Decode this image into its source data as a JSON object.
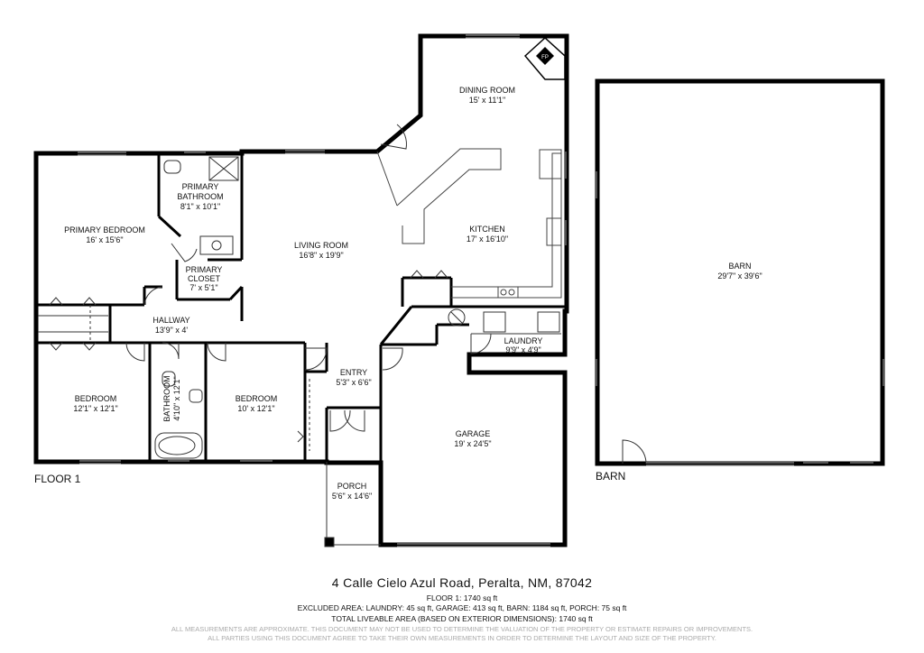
{
  "floor_label": "FLOOR 1",
  "barn_label": "BARN",
  "fireplace_label": "FP",
  "rooms": {
    "dining": {
      "name": "DINING ROOM",
      "dim": "15' x 11'1\""
    },
    "primary_bath": {
      "name1": "PRIMARY",
      "name2": "BATHROOM",
      "dim": "8'1\" x 10'1\""
    },
    "primary_bed": {
      "name": "PRIMARY BEDROOM",
      "dim": "16' x 15'6\""
    },
    "living": {
      "name": "LIVING ROOM",
      "dim": "16'8\" x 19'9\""
    },
    "kitchen": {
      "name": "KITCHEN",
      "dim": "17' x 16'10\""
    },
    "primary_closet": {
      "name1": "PRIMARY",
      "name2": "CLOSET",
      "dim": "7' x 5'1\""
    },
    "hallway": {
      "name": "HALLWAY",
      "dim": "13'9\" x 4'"
    },
    "laundry": {
      "name": "LAUNDRY",
      "dim": "9'9\" x 4'9\""
    },
    "entry": {
      "name": "ENTRY",
      "dim": "5'3\" x 6'6\""
    },
    "bedroom1": {
      "name": "BEDROOM",
      "dim": "12'1\" x 12'1\""
    },
    "bathroom": {
      "name": "BATHROOM",
      "dim": "4'10\" x 12'1\""
    },
    "bedroom2": {
      "name": "BEDROOM",
      "dim": "10' x 12'1\""
    },
    "garage": {
      "name": "GARAGE",
      "dim": "19' x 24'5\""
    },
    "porch": {
      "name": "PORCH",
      "dim": "5'6\" x 14'6\""
    },
    "barn": {
      "name": "BARN",
      "dim": "29'7\" x 39'6\""
    }
  },
  "footer": {
    "address": "4 Calle Cielo Azul Road, Peralta, NM, 87042",
    "floor_area": "FLOOR 1: 1740 sq ft",
    "excluded": "EXCLUDED AREA: LAUNDRY: 45 sq ft, GARAGE: 413 sq ft, BARN: 1184 sq ft, PORCH: 75 sq ft",
    "total": "TOTAL LIVEABLE AREA (BASED ON EXTERIOR DIMENSIONS): 1740 sq ft",
    "disclaimer1": "ALL MEASUREMENTS ARE APPROXIMATE. THIS DOCUMENT MAY NOT BE USED TO DETERMINE THE VALUATION OF THE PROPERTY OR ESTIMATE REPAIRS OR IMPROVEMENTS.",
    "disclaimer2": "ALL PARTIES USING THIS DOCUMENT AGREE TO TAKE THEIR OWN MEASUREMENTS IN ORDER TO DETERMINE THE LAYOUT AND SIZE OF THE PROPERTY."
  }
}
